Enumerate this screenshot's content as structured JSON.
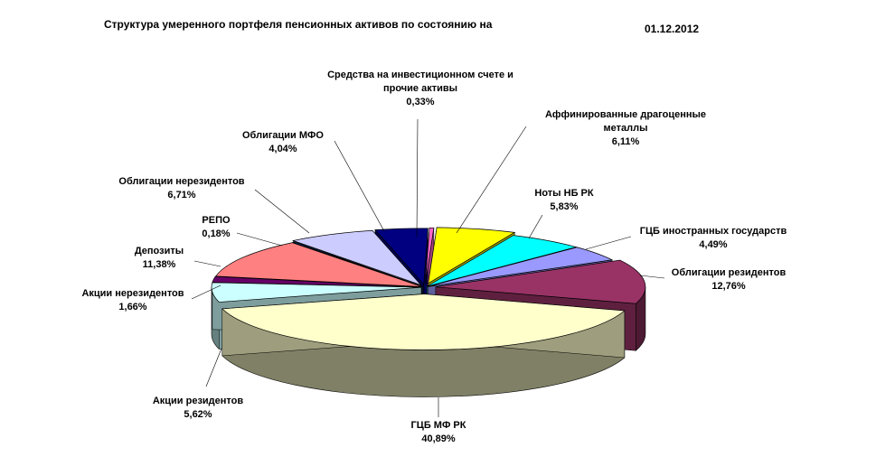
{
  "header": {
    "title": "Структура умеренного портфеля пенсионных активов по состоянию на",
    "date": "01.12.2012"
  },
  "chart_data": {
    "type": "pie",
    "title": "Структура умеренного портфеля пенсионных активов по состоянию на",
    "date": "01.12.2012",
    "slices": [
      {
        "name": "Средства на инвестиционном счете и прочие активы",
        "lines": [
          "Средства на инвестиционном счете и",
          "прочие активы"
        ],
        "pct_label": "0,33%",
        "value": 0.33,
        "color": "#ff66cc"
      },
      {
        "name": "Аффинированные драгоценные металлы",
        "lines": [
          "Аффинированные драгоценные",
          "металлы"
        ],
        "pct_label": "6,11%",
        "value": 6.11,
        "color": "#ffff00"
      },
      {
        "name": "Ноты НБ РК",
        "lines": [
          "Ноты НБ РК"
        ],
        "pct_label": "5,83%",
        "value": 5.83,
        "color": "#00ffff"
      },
      {
        "name": "ГЦБ иностранных государств",
        "lines": [
          "ГЦБ иностранных государств"
        ],
        "pct_label": "4,49%",
        "value": 4.49,
        "color": "#9999ff"
      },
      {
        "name": "Облигации резидентов",
        "lines": [
          "Облигации резидентов"
        ],
        "pct_label": "12,76%",
        "value": 12.76,
        "color": "#993366"
      },
      {
        "name": "ГЦБ МФ РК",
        "lines": [
          "ГЦБ МФ РК"
        ],
        "pct_label": "40,89%",
        "value": 40.89,
        "color": "#ffffcc"
      },
      {
        "name": "Акции резидентов",
        "lines": [
          "Акции резидентов"
        ],
        "pct_label": "5,62%",
        "value": 5.62,
        "color": "#ccffff"
      },
      {
        "name": "Акции нерезидентов",
        "lines": [
          "Акции нерезидентов"
        ],
        "pct_label": "1,66%",
        "value": 1.66,
        "color": "#660066"
      },
      {
        "name": "Депозиты",
        "lines": [
          "Депозиты"
        ],
        "pct_label": "11,38%",
        "value": 11.38,
        "color": "#ff8080"
      },
      {
        "name": "РЕПО",
        "lines": [
          "РЕПО"
        ],
        "pct_label": "0,18%",
        "value": 0.18,
        "color": "#0066cc"
      },
      {
        "name": "Облигации нерезидентов",
        "lines": [
          "Облигации нерезидентов"
        ],
        "pct_label": "6,71%",
        "value": 6.71,
        "color": "#ccccff"
      },
      {
        "name": "Облигации МФО",
        "lines": [
          "Облигации МФО"
        ],
        "pct_label": "4,04%",
        "value": 4.04,
        "color": "#000080"
      }
    ]
  }
}
